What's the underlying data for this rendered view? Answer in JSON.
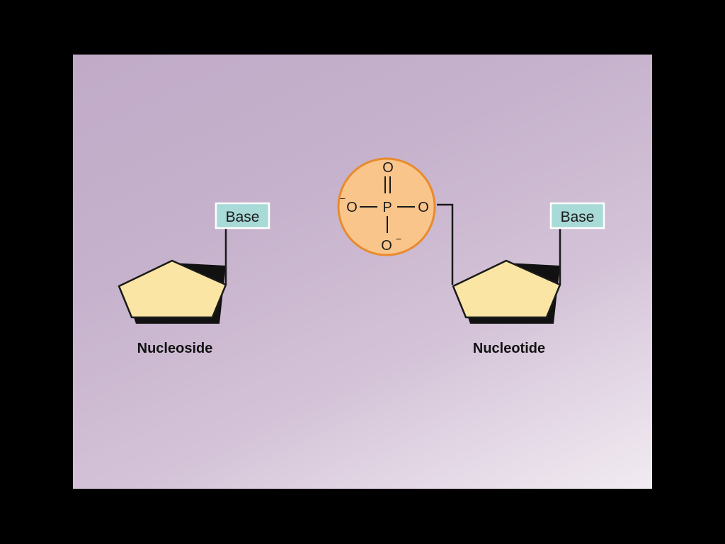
{
  "nucleoside": {
    "base_label": "Base",
    "caption": "Nucleoside"
  },
  "nucleotide": {
    "base_label": "Base",
    "caption": "Nucleotide"
  },
  "phosphate": {
    "top_oxygen": "O",
    "left_oxygen": "O",
    "left_charge": "−",
    "phosphorus": "P",
    "right_oxygen": "O",
    "bottom_oxygen": "O",
    "bottom_charge": "−"
  },
  "colors": {
    "background_start": "#c0aac8",
    "background_end": "#f1ebf2",
    "sugar_fill": "#fbe5a4",
    "base_box_fill": "#a8dad8",
    "phosphate_fill": "#f9c58b",
    "phosphate_border": "#e98a2b",
    "frame": "#000000"
  }
}
